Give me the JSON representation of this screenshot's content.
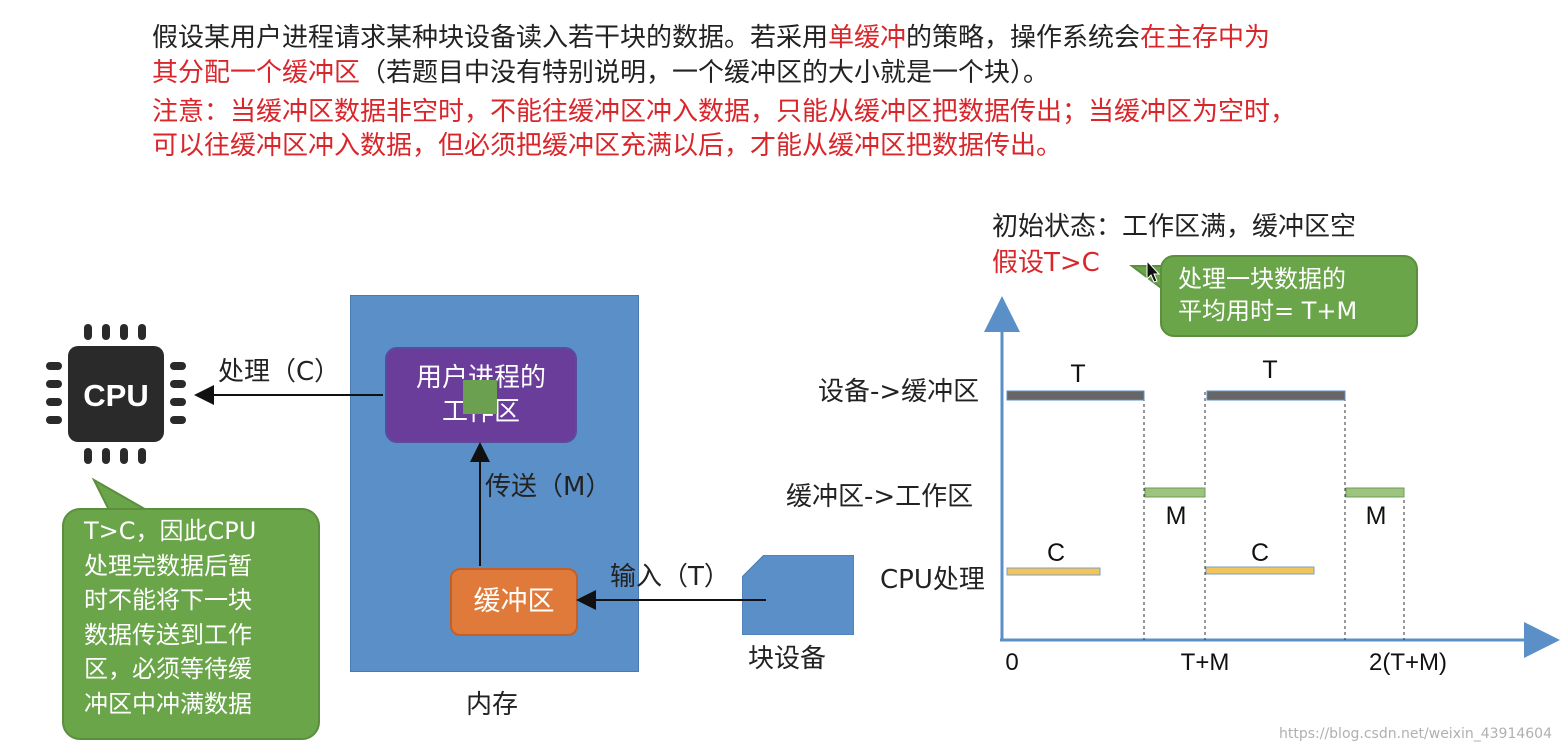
{
  "header": {
    "line1_a": "假设某用户进程请求某种块设备读入若干块的数据。若采用",
    "line1_b": "单缓冲",
    "line1_c": "的策略，操作系统会",
    "line1_d": "在主存中为",
    "line2_a": "其分配一个缓冲区",
    "line2_b": "（若题目中没有特别说明，一个缓冲区的大小就是一个块）。",
    "note1": "注意：当缓冲区数据非空时，不能往缓冲区冲入数据，只能从缓冲区把数据传出；当缓冲区为空时，",
    "note2": "可以往缓冲区冲入数据，但必须把缓冲区充满以后，才能从缓冲区把数据传出。"
  },
  "left_diagram": {
    "cpu_label": "CPU",
    "process_label": "处理（C）",
    "work_area_line1": "用户进程的",
    "work_area_line2": "工作区",
    "transfer_label": "传送（M）",
    "buffer_label": "缓冲区",
    "input_label": "输入（T）",
    "device_label": "块设备",
    "memory_label": "内存"
  },
  "callout_left": [
    "T>C，因此CPU",
    "处理完数据后暂",
    "时不能将下一块",
    "数据传送到工作",
    "区，必须等待缓",
    "冲区中冲满数据"
  ],
  "timeline": {
    "initial_state": "初始状态：工作区满，缓冲区空",
    "assumption": "假设T>C",
    "callout": [
      "处理一块数据的",
      "平均用时= T+M"
    ],
    "rows": [
      "设备->缓冲区",
      "缓冲区->工作区",
      "CPU处理"
    ],
    "segment_label_t": "T",
    "segment_label_m": "M",
    "segment_label_c": "C",
    "x_ticks": [
      "0",
      "T+M",
      "2(T+M)"
    ],
    "colors": {
      "axis": "#5b8fc8",
      "t_bar": "#666666",
      "m_bar": "#9cc47e",
      "c_bar": "#f2c45a"
    }
  },
  "watermark": "https://blog.csdn.net/weixin_43914604"
}
